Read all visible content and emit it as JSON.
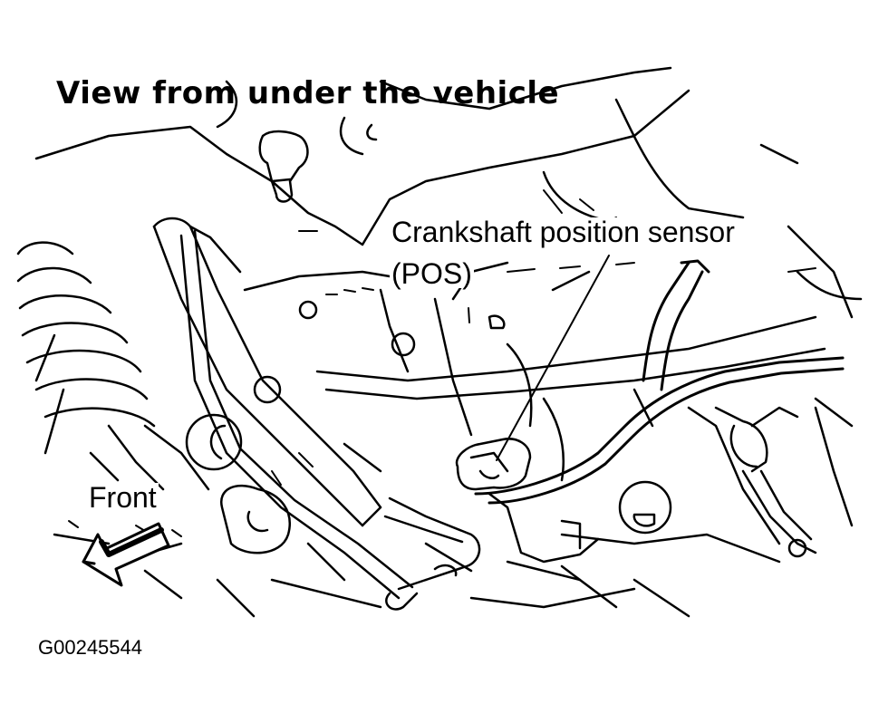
{
  "figure": {
    "title": "View from under the vehicle",
    "sensor_label_line1": "Crankshaft position sensor",
    "sensor_label_line2": "(POS)",
    "direction_label": "Front",
    "figure_id": "G00245544"
  }
}
